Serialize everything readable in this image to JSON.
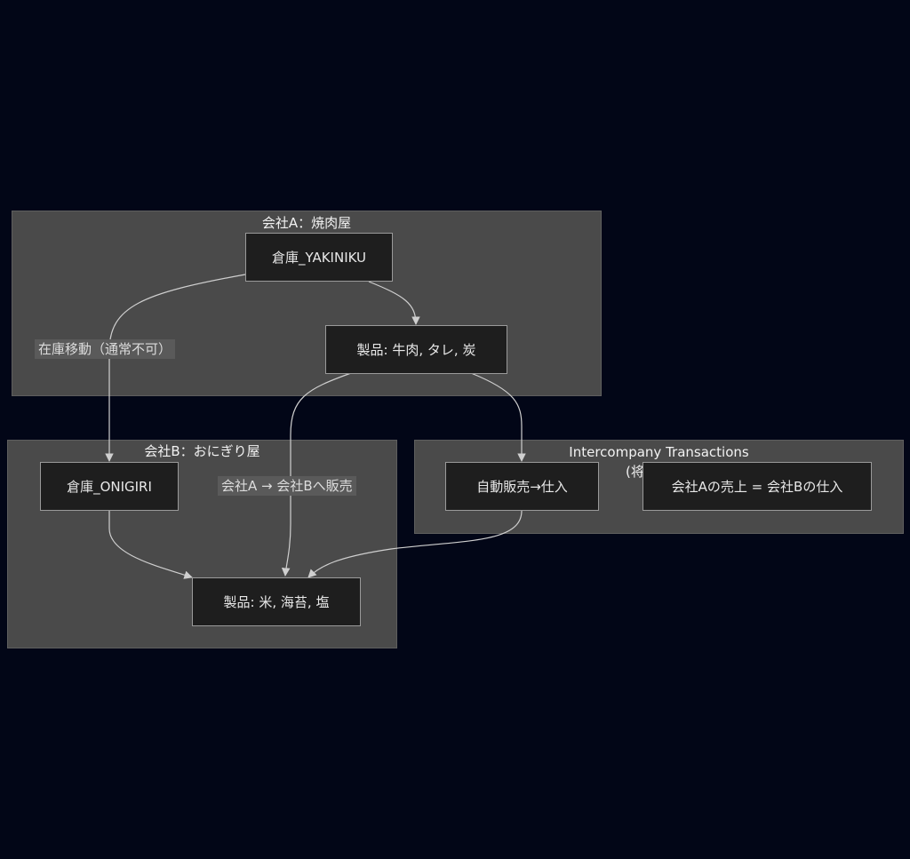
{
  "clusters": {
    "company_a": {
      "title": "会社A：焼肉屋"
    },
    "company_b": {
      "title": "会社B：おにぎり屋"
    },
    "intercompany": {
      "title": "Intercompany Transactions",
      "subtitle_fragment": "(将"
    }
  },
  "nodes": {
    "warehouse_yakiniku": "倉庫_YAKINIKU",
    "products_a": "製品: 牛肉, タレ, 炭",
    "warehouse_onigiri": "倉庫_ONIGIRI",
    "products_b": "製品: 米, 海苔, 塩",
    "auto_sale": "自動販売→仕入",
    "sales_equals_purchase": "会社Aの売上 = 会社Bの仕入"
  },
  "edge_labels": {
    "stock_transfer": "在庫移動（通常不可）",
    "a_to_b_sale": "会社A → 会社Bへ販売"
  },
  "colors": {
    "background": "#020617",
    "cluster_fill": "#4a4a4a",
    "node_fill": "#1e1e1e",
    "edge": "#cfcfcf"
  }
}
